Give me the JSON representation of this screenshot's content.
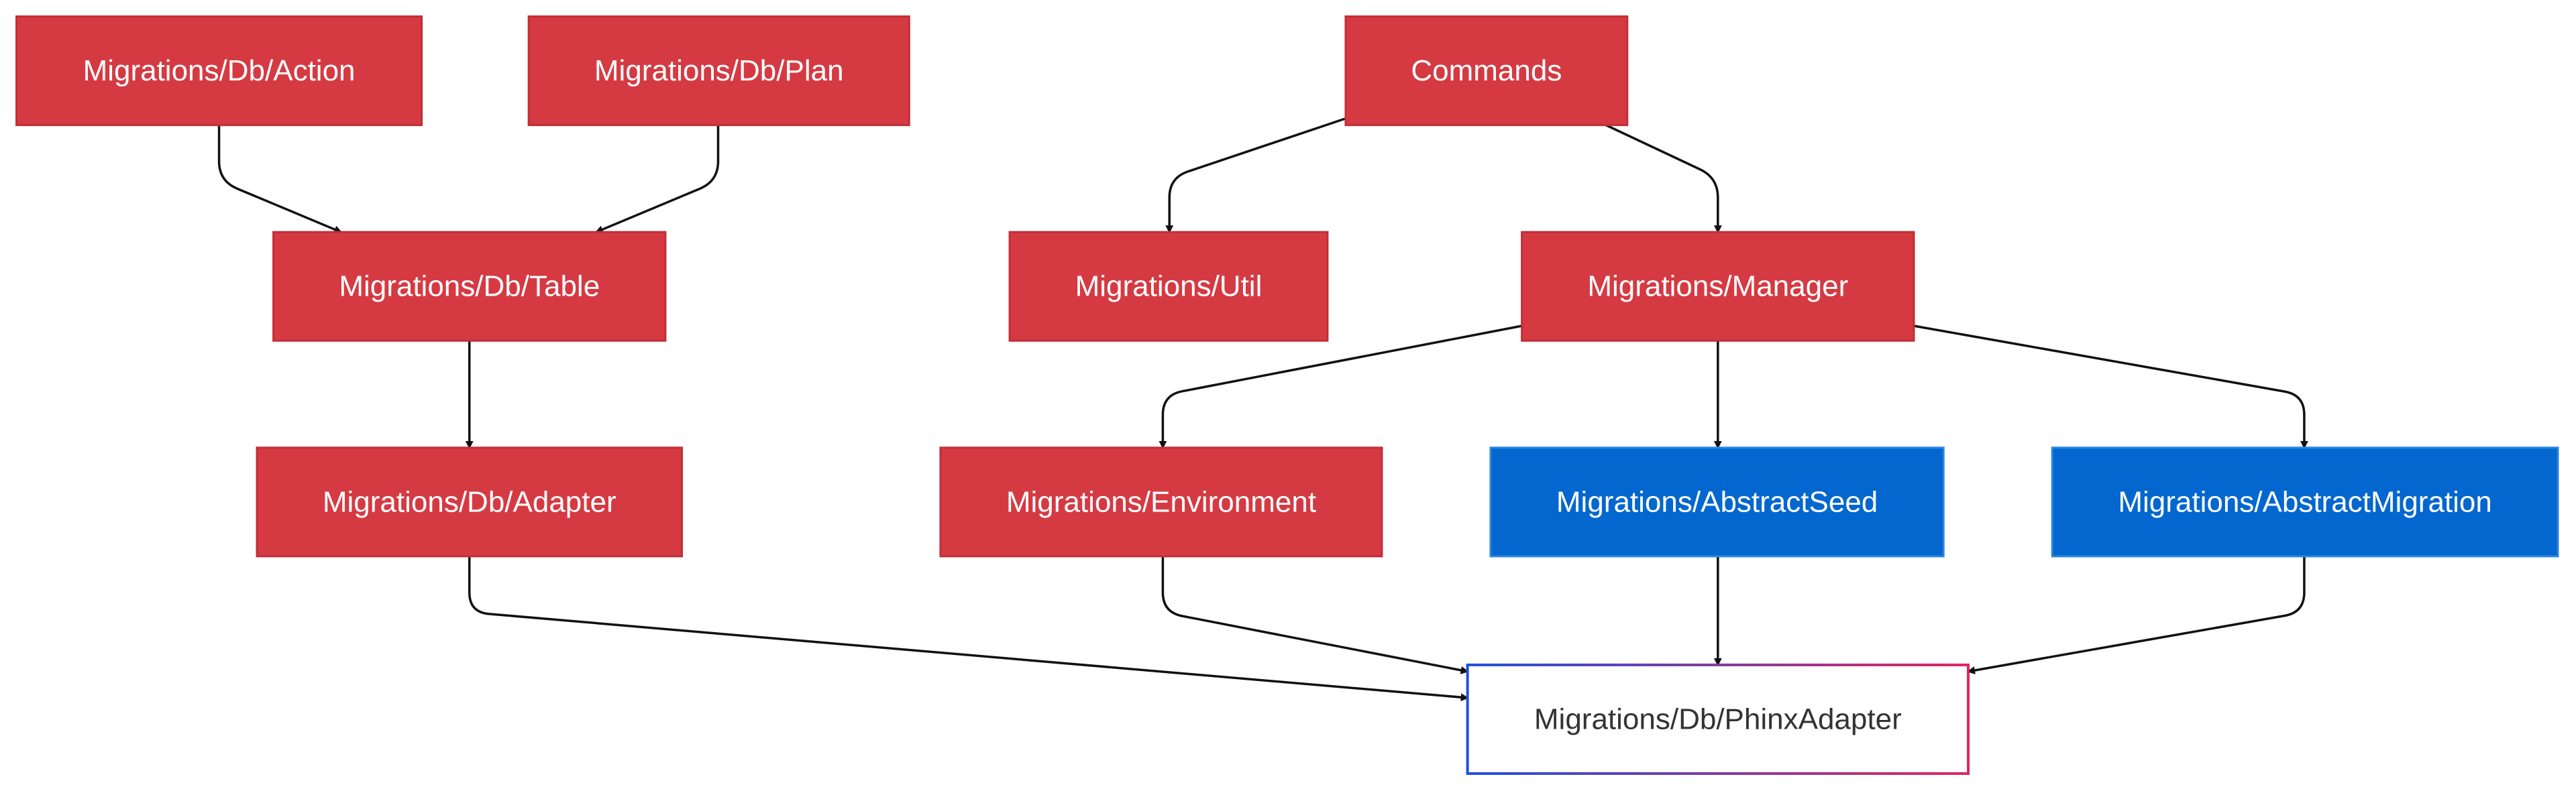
{
  "colors": {
    "red_node": "#d53a43",
    "red_border": "#c22e37",
    "blue_node": "#0367cf",
    "blue_border": "#2a86e0",
    "white_node": "#ffffff",
    "white_node_border_start": "#1f4fe0",
    "white_node_border_end": "#e0245e",
    "edge": "#111111",
    "text_light": "#ffffff",
    "text_dark": "#333333"
  },
  "nodes": [
    {
      "id": "db_action",
      "label": "Migrations/Db/Action",
      "style": "red"
    },
    {
      "id": "db_plan",
      "label": "Migrations/Db/Plan",
      "style": "red"
    },
    {
      "id": "commands",
      "label": "Commands",
      "style": "red"
    },
    {
      "id": "db_table",
      "label": "Migrations/Db/Table",
      "style": "red"
    },
    {
      "id": "util",
      "label": "Migrations/Util",
      "style": "red"
    },
    {
      "id": "manager",
      "label": "Migrations/Manager",
      "style": "red"
    },
    {
      "id": "db_adapter",
      "label": "Migrations/Db/Adapter",
      "style": "red"
    },
    {
      "id": "environment",
      "label": "Migrations/Environment",
      "style": "red"
    },
    {
      "id": "abstract_seed",
      "label": "Migrations/AbstractSeed",
      "style": "blue"
    },
    {
      "id": "abstract_migration",
      "label": "Migrations/AbstractMigration",
      "style": "blue"
    },
    {
      "id": "phinx_adapter",
      "label": "Migrations/Db/PhinxAdapter",
      "style": "white"
    }
  ],
  "edges": [
    {
      "from": "db_action",
      "to": "db_table"
    },
    {
      "from": "db_plan",
      "to": "db_table"
    },
    {
      "from": "commands",
      "to": "util"
    },
    {
      "from": "commands",
      "to": "manager"
    },
    {
      "from": "db_table",
      "to": "db_adapter"
    },
    {
      "from": "manager",
      "to": "environment"
    },
    {
      "from": "manager",
      "to": "abstract_seed"
    },
    {
      "from": "manager",
      "to": "abstract_migration"
    },
    {
      "from": "db_adapter",
      "to": "phinx_adapter"
    },
    {
      "from": "environment",
      "to": "phinx_adapter"
    },
    {
      "from": "abstract_seed",
      "to": "phinx_adapter"
    },
    {
      "from": "abstract_migration",
      "to": "phinx_adapter"
    }
  ]
}
